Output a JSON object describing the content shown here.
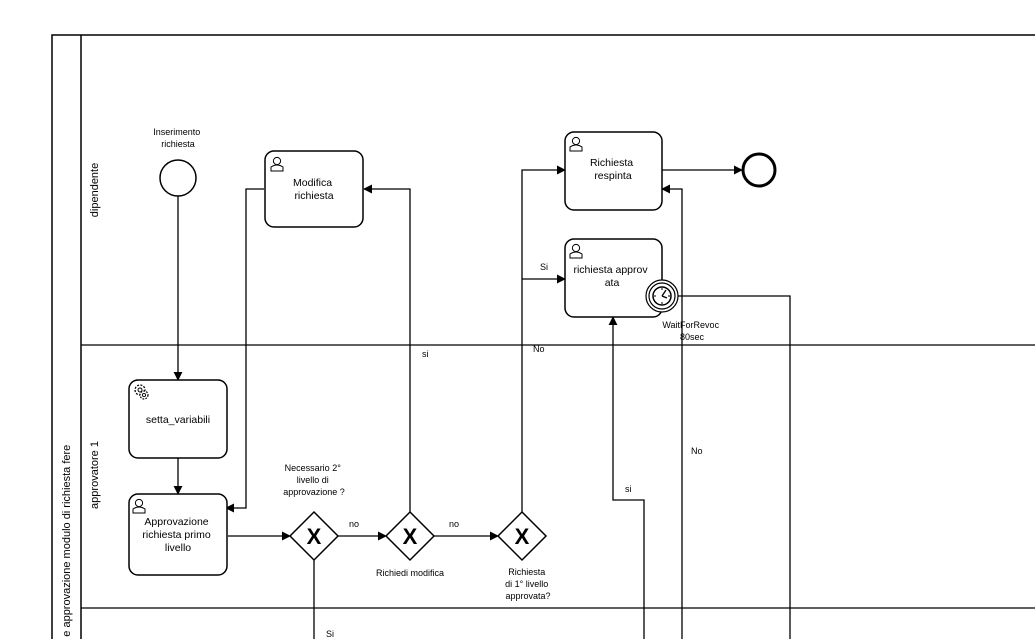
{
  "pool": {
    "label": "rio e approvazione modulo di richiesta fere"
  },
  "lanes": [
    {
      "label": "dipendente"
    },
    {
      "label": "approvatore 1"
    }
  ],
  "events": {
    "start": {
      "label": [
        "Inserimento",
        "richiesta"
      ]
    },
    "timer": {
      "label": [
        "WaitForRevoc",
        "80sec"
      ],
      "icon": "clock-icon"
    },
    "end": {
      "label": ""
    }
  },
  "tasks": {
    "modifica": {
      "label": [
        "Modifica",
        "richiesta"
      ],
      "type": "user-task"
    },
    "respinta": {
      "label": [
        "Richiesta",
        "respinta"
      ],
      "type": "user-task"
    },
    "approvata": {
      "label": [
        "richiesta approv",
        "ata"
      ],
      "type": "user-task"
    },
    "setta": {
      "label": [
        "setta_variabili"
      ],
      "type": "service-task"
    },
    "approvazione": {
      "label": [
        "Approvazione",
        "richiesta primo",
        "livello"
      ],
      "type": "user-task"
    }
  },
  "gateways": {
    "g1": {
      "label": [
        "Necessario 2°",
        "livello di",
        "approvazione ?"
      ],
      "marker": "X"
    },
    "g2": {
      "label": [
        "Richiedi modifica"
      ],
      "marker": "X"
    },
    "g3": {
      "label": [
        "Richiesta",
        "di 1° livello",
        "approvata?"
      ],
      "marker": "X"
    }
  },
  "flow_labels": {
    "g1_no": "no",
    "g2_no": "no",
    "g2_si": "si",
    "g3_si": "Si",
    "g3_no": "No",
    "g1_si": "Si",
    "lower_si": "si",
    "timer_no": "No"
  }
}
